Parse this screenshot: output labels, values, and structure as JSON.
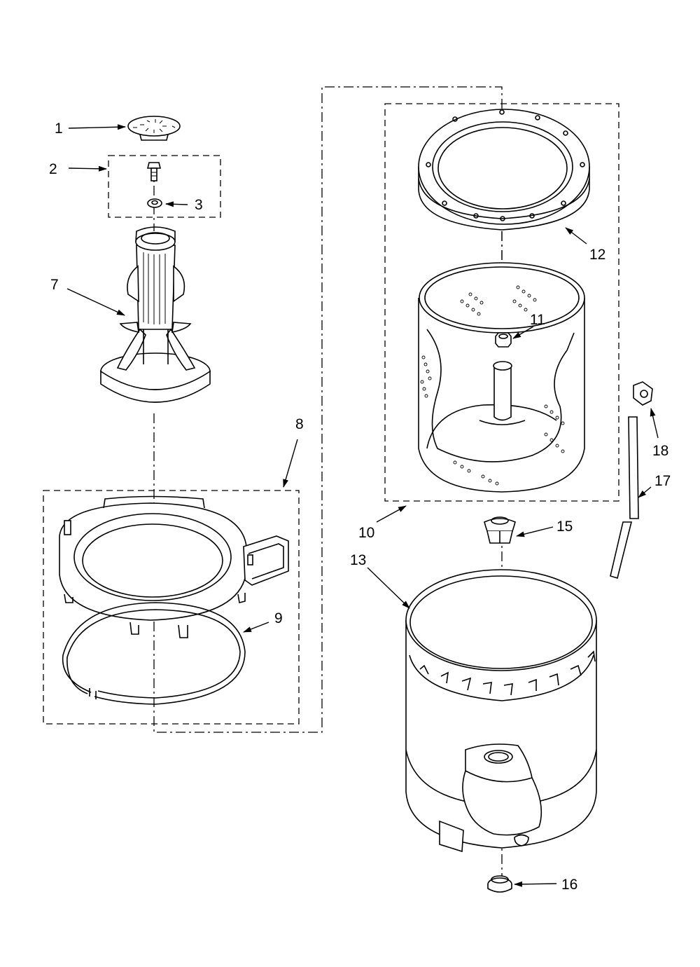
{
  "diagram": {
    "labels": {
      "l1": "1",
      "l2": "2",
      "l3": "3",
      "l7": "7",
      "l8": "8",
      "l9": "9",
      "l10": "10",
      "l11": "11",
      "l12": "12",
      "l13": "13",
      "l15": "15",
      "l16": "16",
      "l17": "17",
      "l18": "18"
    }
  }
}
